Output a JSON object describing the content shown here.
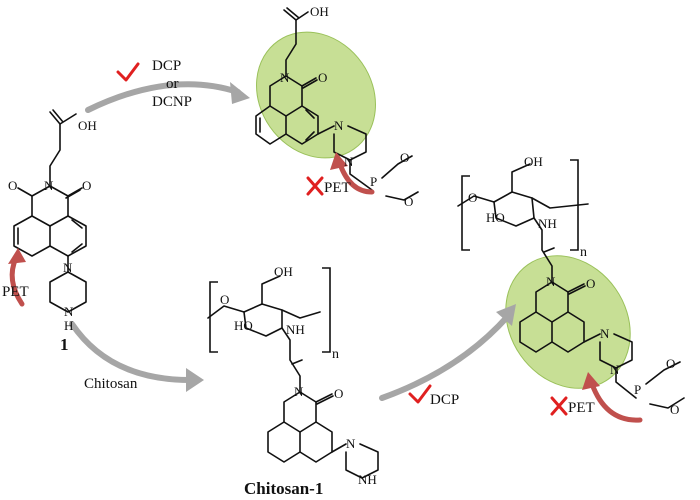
{
  "labels": {
    "reagent_top_1": "DCP",
    "reagent_top_or": "or",
    "reagent_top_2": "DCNP",
    "reagent_bottom": "Chitosan",
    "reagent_right": "DCP",
    "pet": "PET",
    "compound_1": "1",
    "compound_chitosan": "Chitosan-1",
    "repeat_n": "n"
  },
  "atoms": {
    "OH": "OH",
    "O": "O",
    "N": "N",
    "H": "H",
    "P": "P",
    "HO": "HO",
    "NH": "NH"
  },
  "colors": {
    "pet_arrow": "#c0504d",
    "reaction_arrow": "#a6a6a6",
    "highlight": "#b9d77a",
    "mark": "#e02020"
  }
}
